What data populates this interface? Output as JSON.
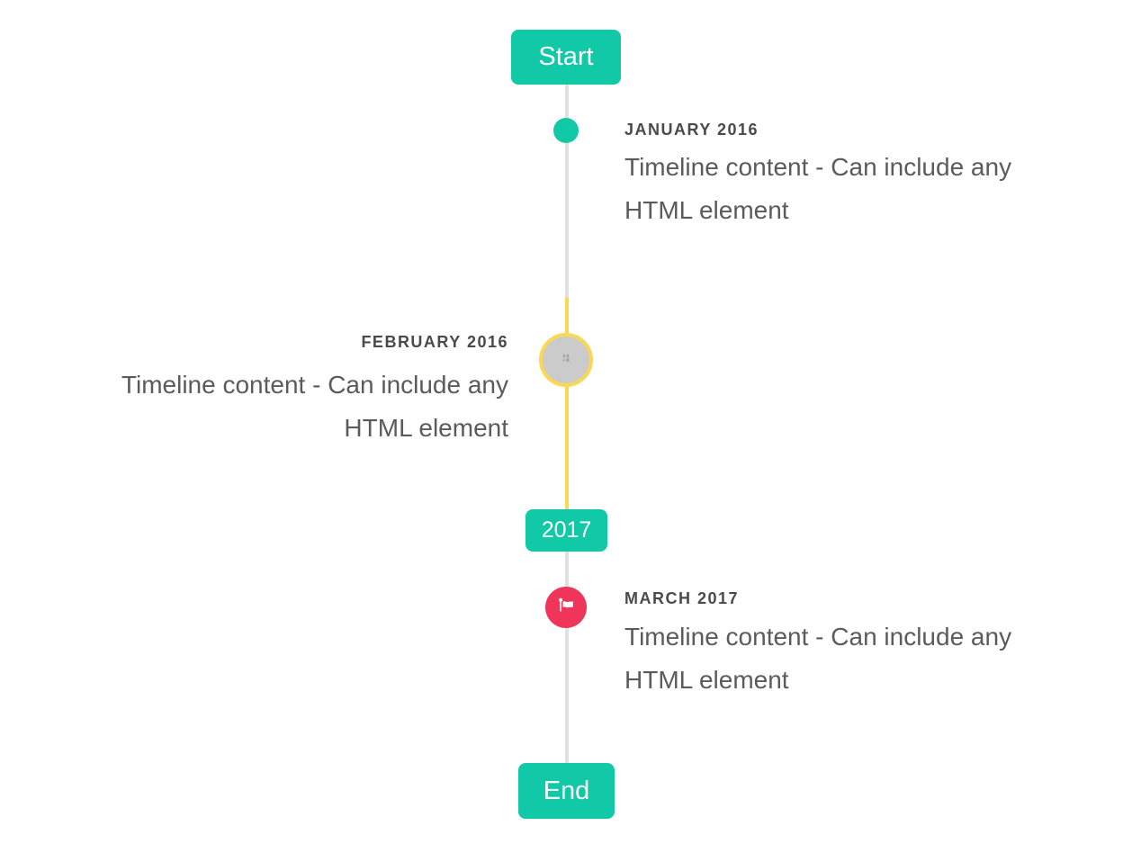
{
  "timeline": {
    "start_label": "Start",
    "end_label": "End",
    "year_badge": "2017",
    "items": [
      {
        "title": "JANUARY 2016",
        "content": "Timeline content - Can include any HTML element",
        "side": "right",
        "marker": "teal-dot"
      },
      {
        "title": "FEBRUARY 2016",
        "content": "Timeline content - Can include any HTML element",
        "side": "left",
        "marker": "gray-circle-yellow-ring",
        "marker_icon": "broken-image-icon",
        "highlighted_line": true
      },
      {
        "title": "MARCH 2017",
        "content": "Timeline content - Can include any HTML element",
        "side": "right",
        "marker": "red-circle",
        "marker_icon": "flag-icon"
      }
    ],
    "colors": {
      "accent_teal": "#11C9A7",
      "line_gray": "#E0E0E0",
      "highlight_yellow": "#FAD855",
      "flag_red": "#F0355A",
      "marker_gray_fill": "#CBCBCB",
      "title_text": "#4A4A4A",
      "content_text": "#5B5B5B",
      "cap_text": "#FFFFFF"
    }
  }
}
